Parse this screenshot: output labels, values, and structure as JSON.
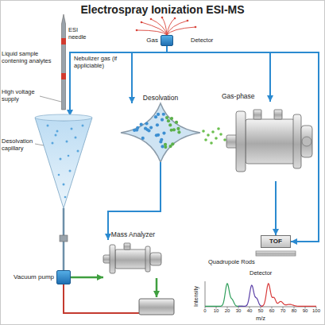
{
  "diagram": {
    "title": "Electrospray Ionization ESI-MS",
    "nodes": [
      {
        "text": [
          "Gas"
        ]
      },
      {
        "text": [
          "Desolvation"
        ]
      },
      {
        "text": [
          "Gas-phase"
        ]
      },
      {
        "text": [
          "TOF"
        ]
      },
      {
        "text": [
          "Mass Analyzer"
        ]
      },
      {
        "text": [
          "Vacuum pump"
        ]
      }
    ],
    "edges": [
      {
        "from": 0,
        "to": 1,
        "arrow": "to"
      },
      {
        "from": 0,
        "to": 2,
        "arrow": "to"
      },
      {
        "from": 0,
        "to": 3,
        "arrow": "to"
      },
      {
        "from": 2,
        "to": 3,
        "arrow": "to"
      },
      {
        "from": 1,
        "to": 4,
        "arrow": "to"
      },
      {
        "from": 5,
        "to": 4,
        "arrow": "to"
      }
    ],
    "labels": [
      "ESI needle",
      "Liquid sample contening analytes",
      "High voltage supply",
      "Desolvation capillary",
      "Nebulizer gas (if appliciable)",
      "Detector",
      "Quadrupole Rods",
      "Detector",
      "Intensity",
      "m/z",
      "0",
      "10",
      "20",
      "30",
      "40",
      "50",
      "60",
      "70",
      "80",
      "90",
      "100"
    ]
  }
}
